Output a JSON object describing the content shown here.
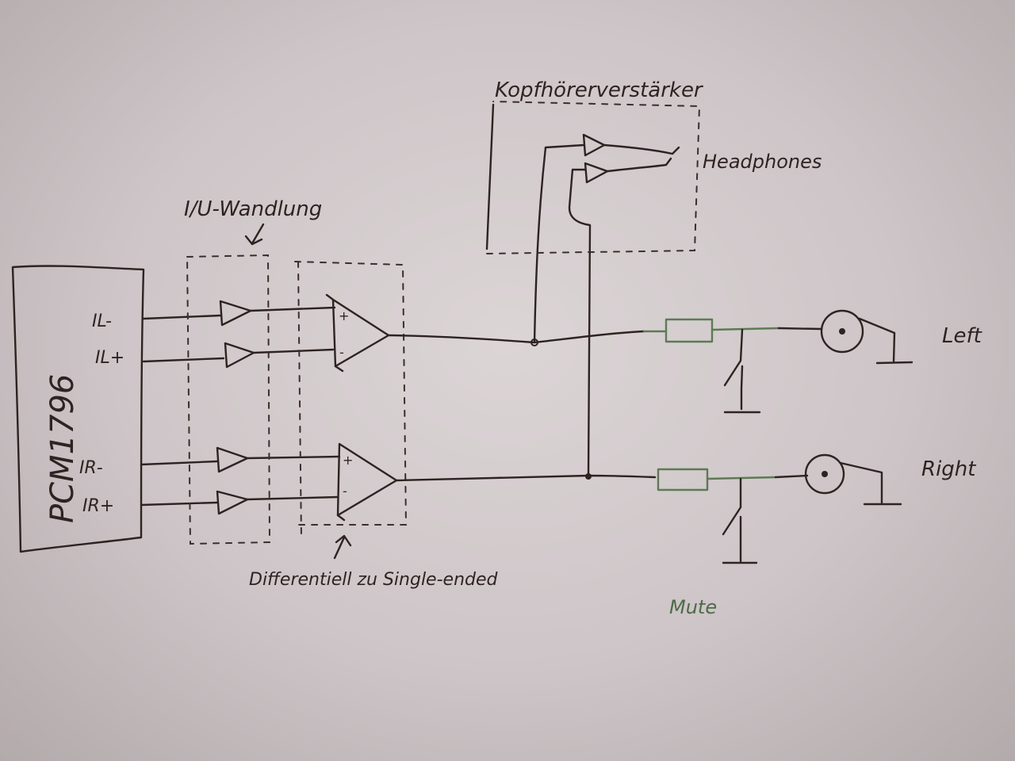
{
  "labels": {
    "chip": "PCM1796",
    "pins": {
      "il_minus": "IL-",
      "il_plus": "IL+",
      "ir_minus": "IR-",
      "ir_plus": "IR+"
    },
    "iu_conversion": "I/U-Wandlung",
    "diff_to_se": "Differentiell zu Single-ended",
    "headphone_amp": "Kopfhörerverstärker",
    "headphones": "Headphones",
    "output_left": "Left",
    "output_right": "Right",
    "mute": "Mute",
    "opamp_plus": "+",
    "opamp_minus": "-"
  },
  "colors": {
    "ink": "#2e2322",
    "mute_ink": "#5d7a55",
    "paper": "#d6cfd0"
  }
}
